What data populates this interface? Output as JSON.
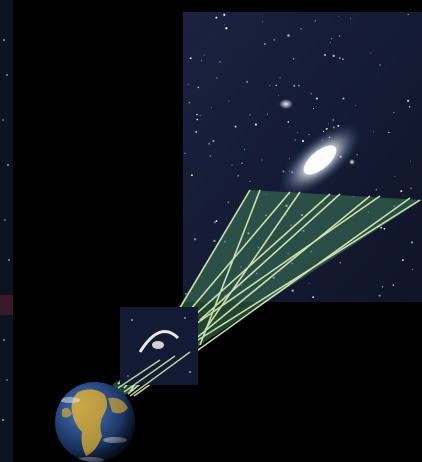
{
  "scene": {
    "elements": {
      "galaxy_panel": "galaxy-image-panel",
      "lensed_panel": "lensed-galaxy-panel",
      "earth": "earth-globe",
      "light_beam": "light-ray-beam",
      "left_strip": "left-edge-image-strip"
    }
  },
  "colors": {
    "background": "#000000",
    "galaxy_panel_bg": "#141a30",
    "galaxy_glow": "#ffffff",
    "beam_fill": "#3f7a5a",
    "beam_lines": "#d8f0b8",
    "earth_ocean": "#2a4f8f",
    "earth_land": "#c9a848",
    "star_color": "#ffffff"
  }
}
